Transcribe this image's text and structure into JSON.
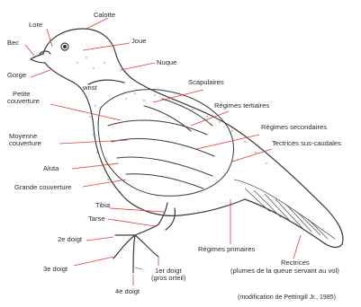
{
  "diagram": {
    "labels": {
      "calotte": "Calotte",
      "lore": "Lore",
      "bec": "Bec",
      "joue": "Joue",
      "gorge": "Gorge",
      "nuque": "Nuque",
      "wrist": "wrist",
      "scapulaires": "Scapulaires",
      "petite_couverture_1": "Petite",
      "petite_couverture_2": "couverture",
      "regimes_tertiaires": "Régimes tertiaires",
      "regimes_secondaires": "Régimes secondaires",
      "moyenne_couverture_1": "Moyenne",
      "moyenne_couverture_2": "couverture",
      "tectrices": "Tectrices sus-caudales",
      "aluta": "Aluta",
      "grande_couverture": "Grande couverture",
      "tibia": "Tibia",
      "tarse": "Tarse",
      "doigt2": "2e doigt",
      "regimes_primaires": "Régimes primaires",
      "doigt3": "3e doigt",
      "doigt1_1": "1er doigt",
      "doigt1_2": "(gros orteil)",
      "rectrices_1": "Rectrices",
      "rectrices_2": "(plumes de la queue servant au vol)",
      "doigt4": "4e doigt",
      "credit": "(modification de Pettingill Jr., 1985)"
    },
    "colors": {
      "leader": "#e23b3b",
      "ink": "#2b2b2b"
    }
  }
}
